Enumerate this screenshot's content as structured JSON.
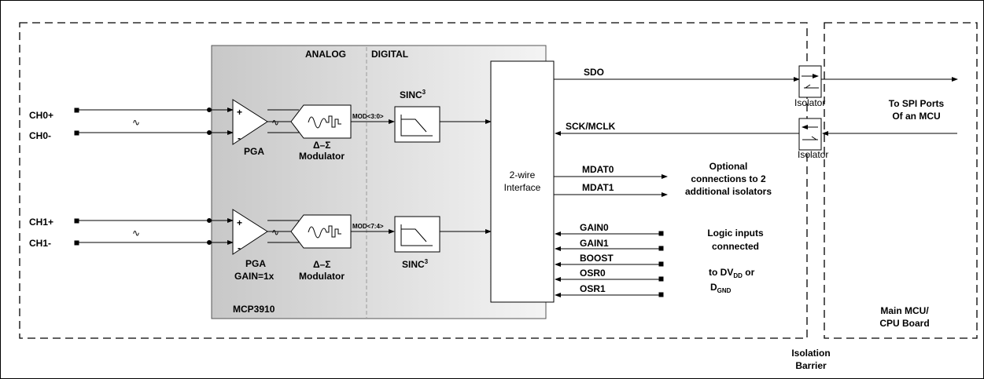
{
  "inputs": {
    "ch0p": "CH0+",
    "ch0m": "CH0-",
    "ch1p": "CH1+",
    "ch1m": "CH1-"
  },
  "chip": {
    "analog": "ANALOG",
    "digital": "DIGITAL",
    "part": "MCP3910"
  },
  "channel0": {
    "pga": "PGA",
    "mod_sym": "Δ–Σ",
    "mod": "Modulator",
    "bus": "MOD<3:0>",
    "sinc": "SINC",
    "sinc_exp": "3",
    "wave": "∿"
  },
  "channel1": {
    "pga": "PGA",
    "gain": "GAIN=1x",
    "mod_sym": "Δ–Σ",
    "mod": "Modulator",
    "bus": "MOD<7:4>",
    "sinc": "SINC",
    "sinc_exp": "3",
    "wave": "∿"
  },
  "pga_signs": {
    "plus": "+",
    "minus": "-"
  },
  "interface": {
    "line1": "2-wire",
    "line2": "Interface"
  },
  "signals": {
    "sdo": "SDO",
    "sck": "SCK/MCLK",
    "mdat0": "MDAT0",
    "mdat1": "MDAT1",
    "gain0": "GAIN0",
    "gain1": "GAIN1",
    "boost": "BOOST",
    "osr0": "OSR0",
    "osr1": "OSR1"
  },
  "notes": {
    "optional": [
      "Optional",
      "connections to 2",
      "additional isolators"
    ],
    "logic_lines": [
      "Logic inputs",
      "connected"
    ],
    "logic_dvdd": "to DV",
    "logic_dvdd_sub": "DD",
    "logic_or": " or",
    "logic_dgnd": "D",
    "logic_dgnd_sub": "GND"
  },
  "isolator": {
    "label": "Isolator"
  },
  "spi": [
    "To SPI Ports",
    "Of an MCU"
  ],
  "mcu": [
    "Main MCU/",
    "CPU Board"
  ],
  "barrier": [
    "Isolation",
    "Barrier"
  ]
}
